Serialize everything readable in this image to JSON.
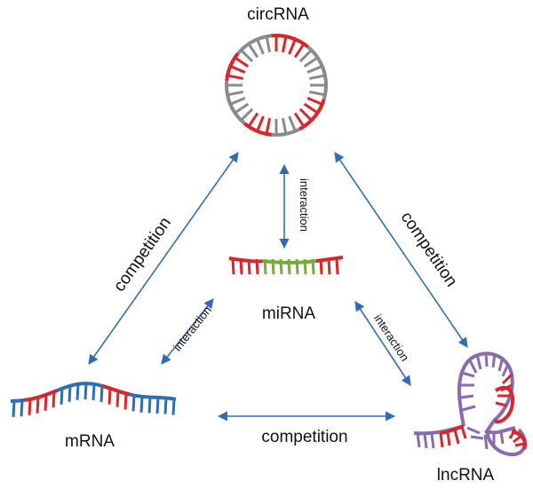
{
  "nodes": {
    "circ": "circRNA",
    "mi": "miRNA",
    "m": "mRNA",
    "lnc": "lncRNA"
  },
  "edges": {
    "circ_mi": "interaction",
    "m_mi": "interaction",
    "lnc_mi": "interaction",
    "circ_m": "competition",
    "circ_lnc": "competition",
    "m_lnc": "competition"
  },
  "colors": {
    "arrow": "#2e6db4",
    "circ_backbone": "#8a8a8a",
    "site": "#d9262b",
    "mirna": "#74ad3b",
    "mrna": "#2f6db5",
    "lncrna": "#8a6ab2"
  }
}
